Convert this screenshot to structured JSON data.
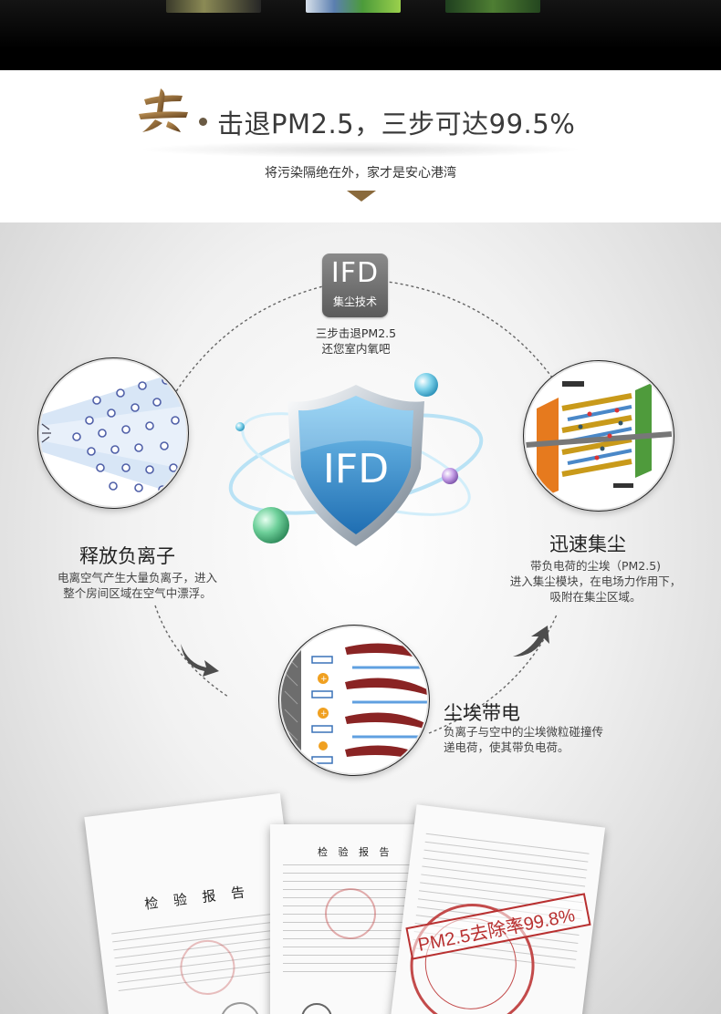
{
  "heading": {
    "title": "击退PM2.5，三步可达99.5%",
    "subtitle": "将污染隔绝在外，家才是安心港湾"
  },
  "badge": {
    "main": "IFD",
    "sub": "集尘技术"
  },
  "intro": {
    "line1": "三步击退PM2.5",
    "line2": "还您室内氧吧"
  },
  "shield_label": "IFD",
  "steps": [
    {
      "title": "释放负离子",
      "desc_line1": "电离空气产生大量负离子，进入",
      "desc_line2": "整个房间区域在空气中漂浮。"
    },
    {
      "title": "迅速集尘",
      "desc_line1": "带负电荷的尘埃（PM2.5)",
      "desc_line2": "进入集尘模块，在电场力作用下，",
      "desc_line3": "吸附在集尘区域。"
    },
    {
      "title": "尘埃带电",
      "desc_line1": "负离子与空中的尘埃微粒碰撞传",
      "desc_line2": "递电荷，使其带负电荷。"
    }
  ],
  "certificates": {
    "doc1_heading": "检 验 报 告",
    "doc2_heading": "检 验 报 告",
    "stamp_text": "PM2.5去除率99.8%"
  },
  "colors": {
    "shield_blue": "#2f86c8",
    "accent_brown": "#8a6a3c",
    "stamp_red": "#b83030"
  }
}
